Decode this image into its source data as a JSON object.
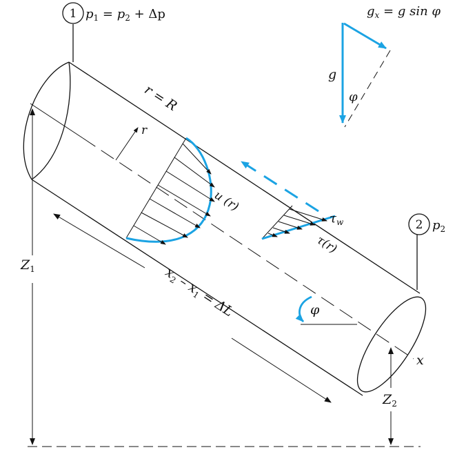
{
  "colors": {
    "ink": "#111111",
    "accent": "#1ba3e3",
    "background": "#ffffff"
  },
  "labels": {
    "node1_number": "1",
    "node1_pressure_lhs": "p",
    "node1_pressure_lhs_sub": "1",
    "node1_pressure_rhs": " = p",
    "node1_pressure_rhs_sub": "2",
    "node1_pressure_delta": " + Δp",
    "node2_number": "2",
    "node2_pressure": "p",
    "node2_pressure_sub": "2",
    "gx": "g",
    "gx_sub": "x",
    "gx_rhs": " = g sin φ",
    "g": "g",
    "phi_triangle": "φ",
    "radius": "r = R",
    "r": "r",
    "u_profile": "u (r)",
    "tau_w": "τ",
    "tau_w_sub": "w",
    "tau_r": "τ(r)",
    "length": "x",
    "length_sub1": "2",
    "length_mid": " – x",
    "length_sub2": "1",
    "length_rhs": " = ΔL",
    "z1": "Z",
    "z1_sub": "1",
    "z2": "Z",
    "z2_sub": "2",
    "phi_angle": "φ",
    "x_axis": "x"
  }
}
